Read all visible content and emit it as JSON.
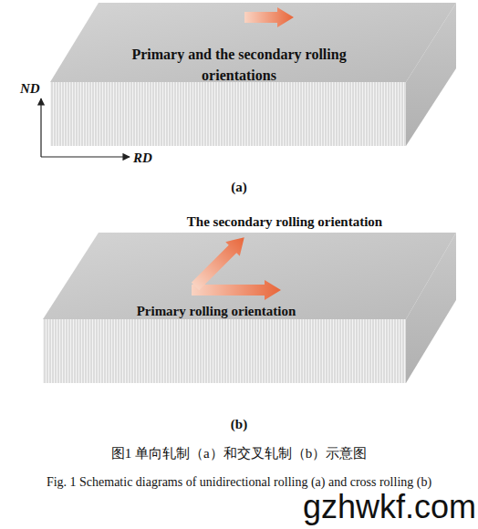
{
  "diagram": {
    "caption": "图1 单向轧制（a）和交叉轧制（b）示意图",
    "nodes": [
      {
        "text": [
          "Primary and the secondary rolling orientations"
        ]
      },
      {
        "text": [
          "The secondary rolling orientation",
          "Primary rolling orientation"
        ]
      }
    ],
    "labels": [
      "ND",
      "RD",
      "(a)",
      "(b)",
      "Fig. 1 Schematic diagrams of unidirectional rolling (a) and cross rolling (b)",
      "gzhwkf.com"
    ]
  }
}
